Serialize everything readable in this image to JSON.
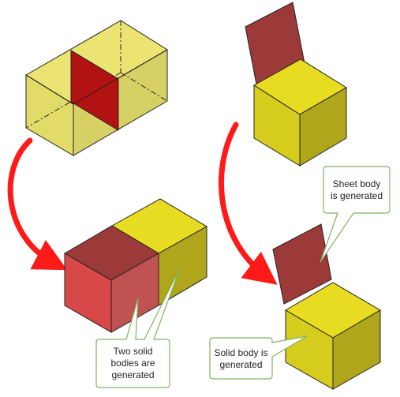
{
  "callouts": {
    "sheet_body": {
      "lines": [
        "Sheet body",
        "is generated"
      ]
    },
    "solid_body": {
      "lines": [
        "Solid body is",
        "generated"
      ]
    },
    "two_solid": {
      "lines": [
        "Two solid",
        "bodies are",
        "generated"
      ]
    }
  },
  "colors": {
    "yellow_top": "#e8dc22",
    "yellow_left": "#d6cc1e",
    "yellow_right": "#b0a61c",
    "cut_face": "#b31212",
    "dark_red": "#9c3a3a",
    "red_front": "#d84848",
    "arrow": "#ff1a1a",
    "callout_border": "#7fb361"
  }
}
